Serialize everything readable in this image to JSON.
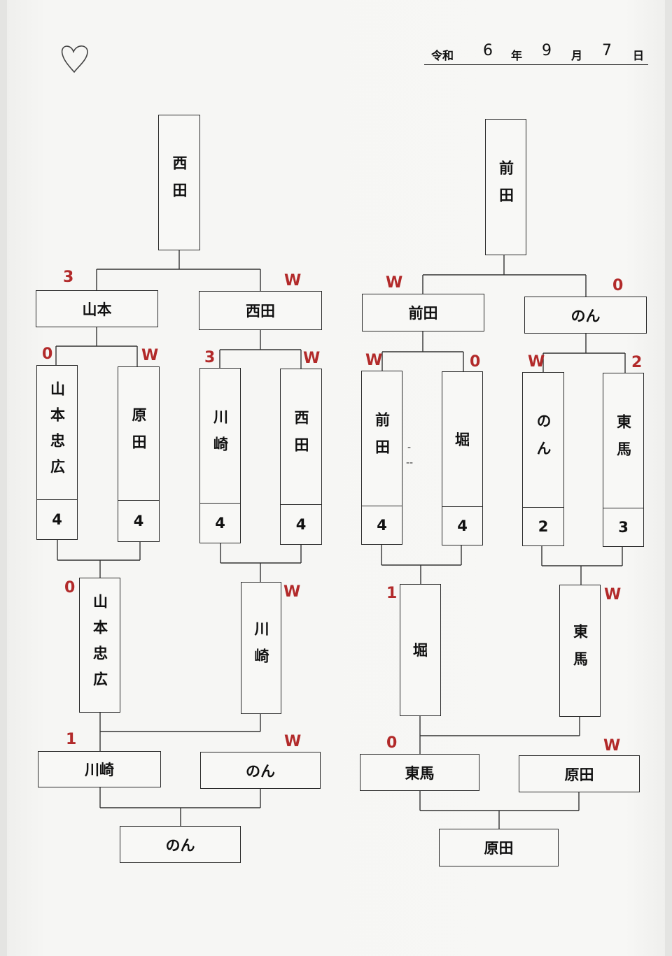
{
  "date": {
    "era": "令和",
    "year": "6",
    "year_label": "年",
    "month": "9",
    "month_label": "月",
    "day": "7",
    "day_label": "日"
  },
  "left": {
    "top": "西田",
    "semi_a": {
      "name": "山本",
      "score": "3"
    },
    "semi_b": {
      "name": "西田",
      "score": "W"
    },
    "r1": [
      {
        "name": "山本忠広",
        "score": "0",
        "num": "4"
      },
      {
        "name": "原田",
        "score": "W",
        "num": "4"
      },
      {
        "name": "川崎",
        "score": "3",
        "num": "4"
      },
      {
        "name": "西田",
        "score": "W",
        "num": "4"
      }
    ],
    "mid_a": {
      "name": "山本忠広",
      "score": "0"
    },
    "mid_b": {
      "name": "川崎",
      "score": "W"
    },
    "final_a": {
      "name": "川崎",
      "score": "1"
    },
    "final_b": {
      "name": "のん",
      "score": "W"
    },
    "bottom": "のん"
  },
  "right": {
    "top": "前田",
    "semi_a": {
      "name": "前田",
      "score": "W"
    },
    "semi_b": {
      "name": "のん",
      "score": "0"
    },
    "r1": [
      {
        "name": "前田",
        "score": "W",
        "num": "4"
      },
      {
        "name": "堀",
        "score": "0",
        "num": "4"
      },
      {
        "name": "のん",
        "score": "W",
        "num": "2"
      },
      {
        "name": "東馬",
        "score": "2",
        "num": "3"
      }
    ],
    "mid_a": {
      "name": "堀",
      "score": "1"
    },
    "mid_b": {
      "name": "東馬",
      "score": "W"
    },
    "final_a": {
      "name": "東馬",
      "score": "0"
    },
    "final_b": {
      "name": "原田",
      "score": "W"
    },
    "bottom": "原田"
  }
}
